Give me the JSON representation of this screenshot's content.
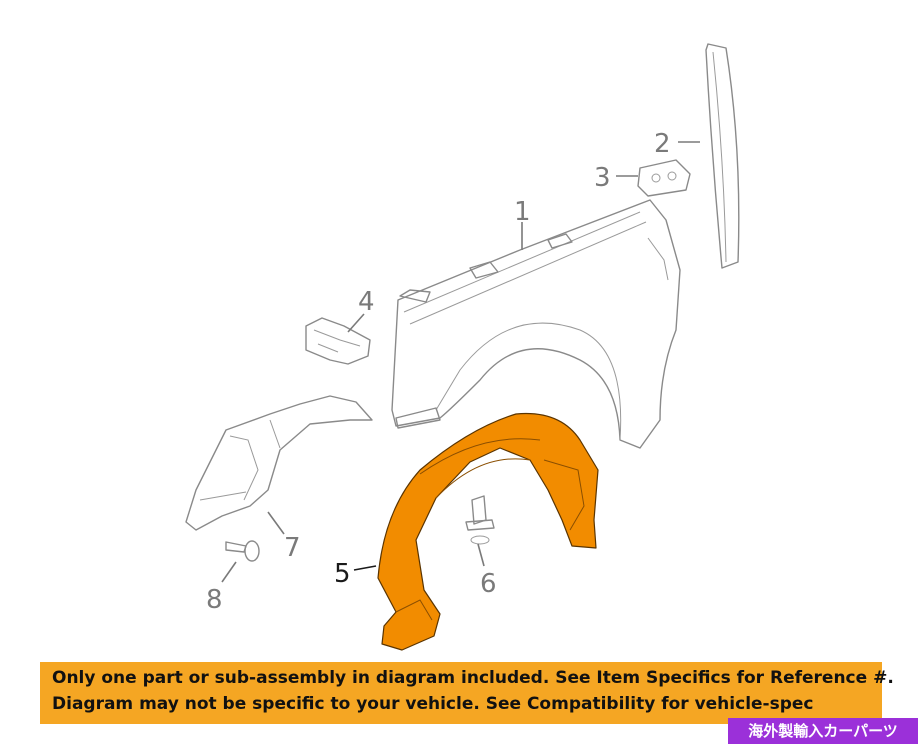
{
  "callouts": {
    "c1": "1",
    "c2": "2",
    "c3": "3",
    "c4": "4",
    "c5": "5",
    "c6": "6",
    "c7": "7",
    "c8": "8"
  },
  "disclaimer": {
    "line1": "Only one part or sub-assembly in diagram included. See Item Specifics for Reference #.",
    "line2": "Diagram may not be specific to your vehicle. See Compatibility for vehicle-spec"
  },
  "badge": "海外製輸入カーパーツ",
  "colors": {
    "highlight": "#f28c00",
    "banner": "#f5a623",
    "badge": "#9b30d9"
  }
}
